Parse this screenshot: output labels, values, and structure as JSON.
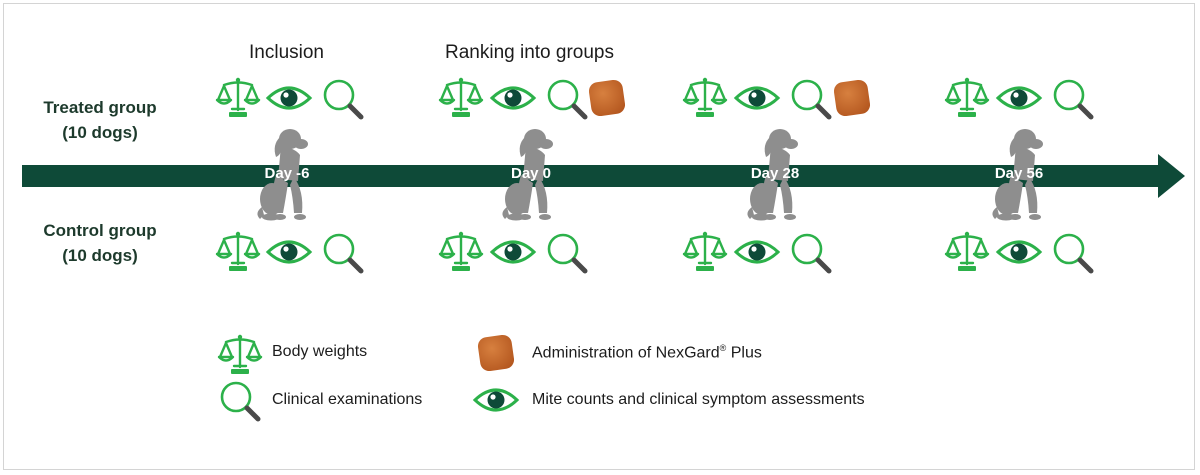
{
  "phases": {
    "inclusion": "Inclusion",
    "ranking": "Ranking into groups"
  },
  "groups": {
    "treated_line1": "Treated group",
    "treated_line2": "(10 dogs)",
    "control_line1": "Control group",
    "control_line2": "(10 dogs)"
  },
  "timeline": {
    "days": [
      "Day -6",
      "Day 0",
      "Day 28",
      "Day 56"
    ]
  },
  "legend": {
    "body_weights": "Body weights",
    "clinical_examinations": "Clinical examinations",
    "administration_prefix": "Administration of NexGard",
    "administration_mark": "®",
    "administration_suffix": " Plus",
    "mite_counts": "Mite counts and clinical symptom assessments"
  },
  "colors": {
    "icon_green": "#2cb14a",
    "timeline_green": "#0e4a38",
    "dog_gray": "#8e8e8e",
    "tablet_brown": "#b4571f"
  },
  "icons": [
    "scale-icon",
    "eye-icon",
    "magnifier-icon",
    "tablet-icon",
    "dog-icon"
  ]
}
